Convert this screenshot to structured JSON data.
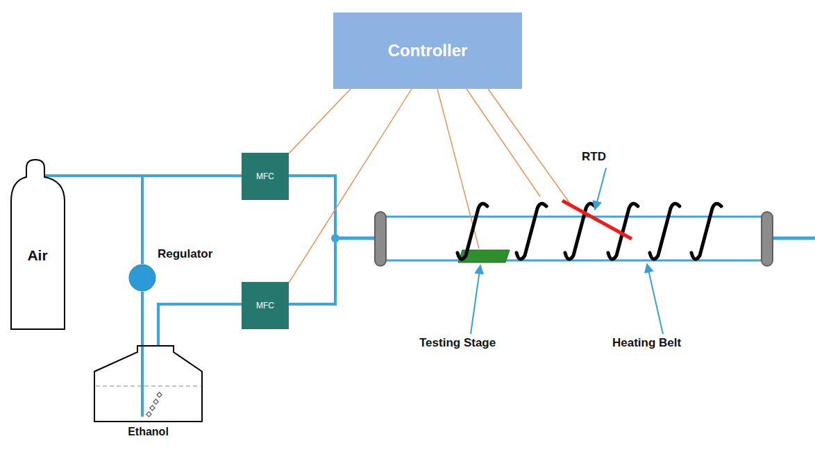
{
  "diagram": {
    "nodes": [
      {
        "text": [
          "Controller"
        ]
      },
      {
        "text": [
          "Air"
        ]
      },
      {
        "text": [
          "MFC"
        ]
      },
      {
        "text": [
          "Regulator"
        ]
      },
      {
        "text": [
          "MFC"
        ]
      },
      {
        "text": [
          "Ethanol"
        ]
      }
    ],
    "edges": [
      {
        "from": 0,
        "to": 2,
        "arrow": "none"
      },
      {
        "from": 0,
        "to": 4,
        "arrow": "none"
      },
      {
        "from": 1,
        "to": 2,
        "arrow": "none"
      },
      {
        "from": 1,
        "to": 3,
        "arrow": "none"
      },
      {
        "from": 3,
        "to": 5,
        "arrow": "none"
      },
      {
        "from": 5,
        "to": 4,
        "arrow": "none"
      }
    ],
    "labels": [
      "RTD",
      "Testing Stage",
      "Heating Belt"
    ]
  }
}
